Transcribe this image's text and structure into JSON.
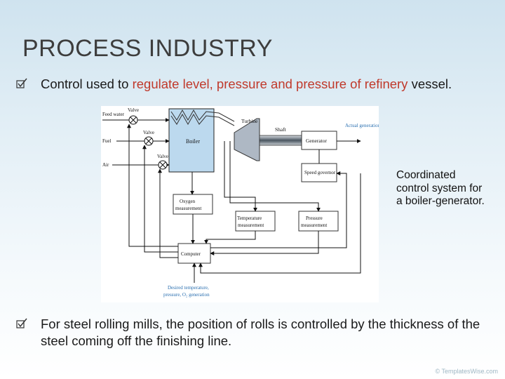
{
  "slide": {
    "title": "PROCESS INDUSTRY"
  },
  "bullets": [
    {
      "text_before": "Control used to ",
      "text_highlight": "regulate level, pressure and pressure of refinery",
      "text_after": " vessel."
    },
    {
      "text": "For steel rolling mills, the position of rolls is controlled by the thickness of the steel coming off the finishing line."
    }
  ],
  "diagram": {
    "labels": {
      "feed_water": "Feed water",
      "fuel": "Fuel",
      "air": "Air",
      "valve_1": "Valve",
      "valve_2": "Valve",
      "valve_3": "Valve",
      "boiler": "Boiler",
      "turbine": "Turbine",
      "shaft": "Shaft",
      "generator": "Generator",
      "actual_generation": "Actual generation",
      "speed_governor": "Speed governor",
      "oxygen_measurement": "Oxygen measurement",
      "temperature_measurement": "Temperature measurement",
      "pressure_measurement": "Pressure measurement",
      "computer": "Computer",
      "desired_setpoints_line1": "Desired temperature,",
      "desired_setpoints_line2": "pressure, O₂ generation"
    },
    "caption": "Coordinated control system for a boiler-generator."
  },
  "footer": {
    "watermark": "© TemplatesWise.com"
  },
  "colors": {
    "highlight": "#c0392b",
    "boiler_fill": "#bcd9ee",
    "turbine_fill": "#aeb8c4",
    "shaft_fill": "#6f7c88"
  }
}
